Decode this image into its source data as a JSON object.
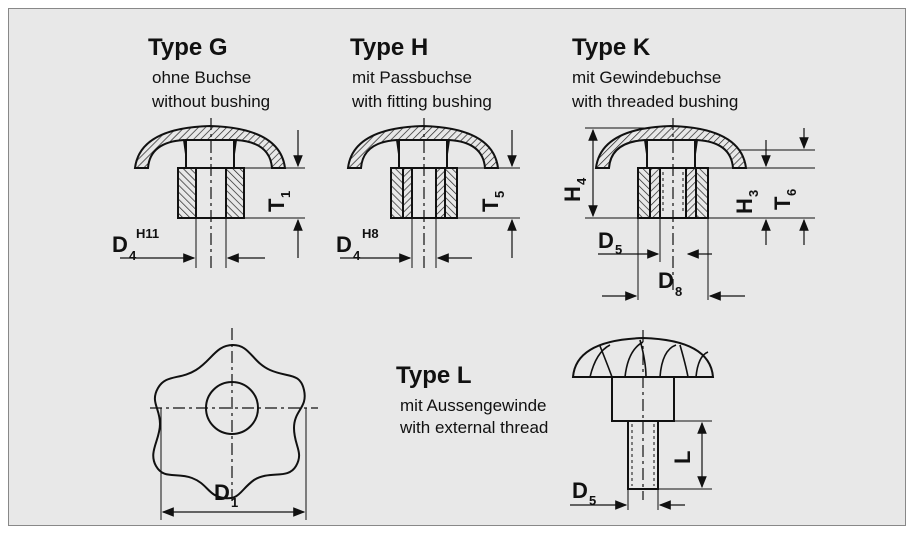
{
  "type_g": {
    "title": "Type G",
    "line1": "ohne Buchse",
    "line2": "without bushing",
    "dim_d": "D",
    "dim_d_idx": "4",
    "dim_d_sup": "H11",
    "dim_t": "T",
    "dim_t_idx": "1"
  },
  "type_h": {
    "title": "Type H",
    "line1": "mit Passbuchse",
    "line2": "with fitting bushing",
    "dim_d": "D",
    "dim_d_idx": "4",
    "dim_d_sup": "H8",
    "dim_t": "T",
    "dim_t_idx": "5"
  },
  "type_k": {
    "title": "Type K",
    "line1": "mit Gewindebuchse",
    "line2": "with threaded bushing",
    "dim_h4": "H",
    "dim_h4_idx": "4",
    "dim_h3": "H",
    "dim_h3_idx": "3",
    "dim_t6": "T",
    "dim_t6_idx": "6",
    "dim_d5": "D",
    "dim_d5_idx": "5",
    "dim_d8": "D",
    "dim_d8_idx": "8"
  },
  "type_l": {
    "title": "Type L",
    "line1": "mit Aussengewinde",
    "line2": "with external thread",
    "dim_l": "L",
    "dim_d5": "D",
    "dim_d5_idx": "5"
  },
  "top_view": {
    "dim_d1": "D",
    "dim_d1_idx": "1"
  }
}
